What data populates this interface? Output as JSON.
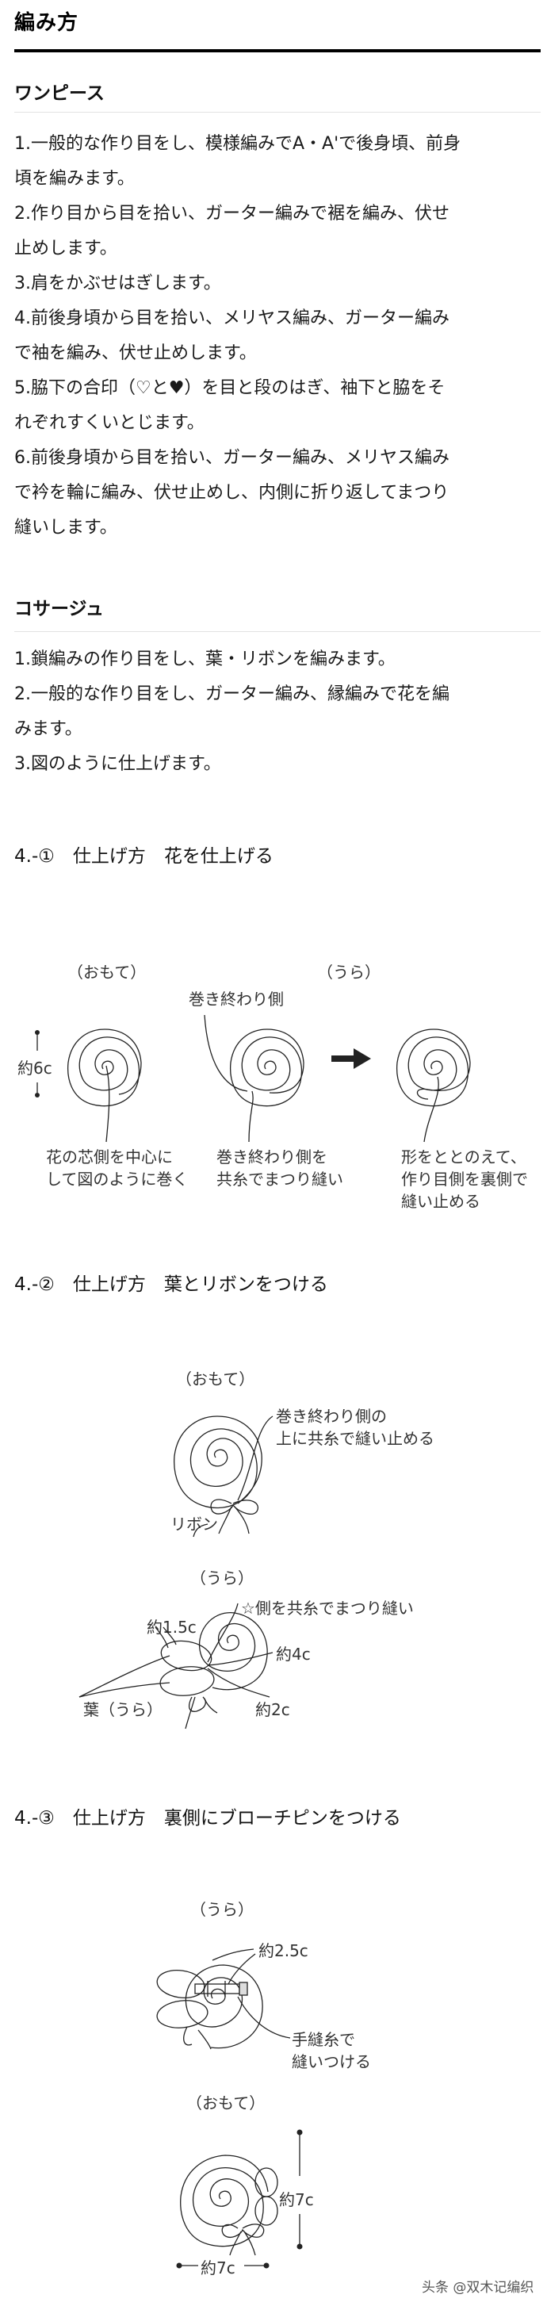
{
  "header": {
    "title": "編み方"
  },
  "sections": [
    {
      "title": "ワンピース",
      "lines": [
        "1.一般的な作り目をし、模様編みでA・A'で後身頃、前身",
        "頃を編みます。",
        "2.作り目から目を拾い、ガーター編みで裾を編み、伏せ",
        "止めします。",
        "3.肩をかぶせはぎします。",
        "4.前後身頃から目を拾い、メリヤス編み、ガーター編み",
        "で袖を編み、伏せ止めします。",
        "5.脇下の合印（♡と♥）を目と段のはぎ、袖下と脇をそ",
        "れぞれすくいとじます。",
        "6.前後身頃から目を拾い、ガーター編み、メリヤス編み",
        "で衿を輪に編み、伏せ止めし、内側に折り返してまつり",
        "縫いします。"
      ]
    },
    {
      "title": "コサージュ",
      "lines": [
        "1.鎖編みの作り目をし、葉・リボンを編みます。",
        "2.一般的な作り目をし、ガーター編み、縁編みで花を編",
        "みます。",
        "3.図のように仕上げます。"
      ]
    }
  ],
  "steps": [
    {
      "title": "4.-①　仕上げ方　花を仕上げる",
      "labels": {
        "front": "（おもて）",
        "back": "（うら）",
        "size": "約6c",
        "wind_end": "巻き終わり側",
        "caption1_l1": "花の芯側を中心に",
        "caption1_l2": "して図のように巻く",
        "caption2_l1": "巻き終わり側を",
        "caption2_l2": "共糸でまつり縫い",
        "caption3_l1": "形をととのえて、",
        "caption3_l2": "作り目側を裏側で",
        "caption3_l3": "縫い止める"
      }
    },
    {
      "title": "4.-②　仕上げ方　葉とリボンをつける",
      "labels": {
        "front": "（おもて）",
        "note_l1": "巻き終わり側の",
        "note_l2": "上に共糸で縫い止める",
        "ribbon": "リボン",
        "back": "（うら）",
        "star_note": "☆側を共糸でまつり縫い",
        "leaf_size": "約1.5c",
        "size_4": "約4c",
        "leaf_back": "葉（うら）",
        "size_2": "約2c"
      }
    },
    {
      "title": "4.-③　仕上げ方　裏側にブローチピンをつける",
      "labels": {
        "back": "（うら）",
        "pin_size": "約2.5c",
        "sew_l1": "手縫糸で",
        "sew_l2": "縫いつける",
        "front": "（おもて）",
        "height": "約7c",
        "width": "約7c"
      }
    }
  ],
  "watermark": "头条 @双木记编织"
}
